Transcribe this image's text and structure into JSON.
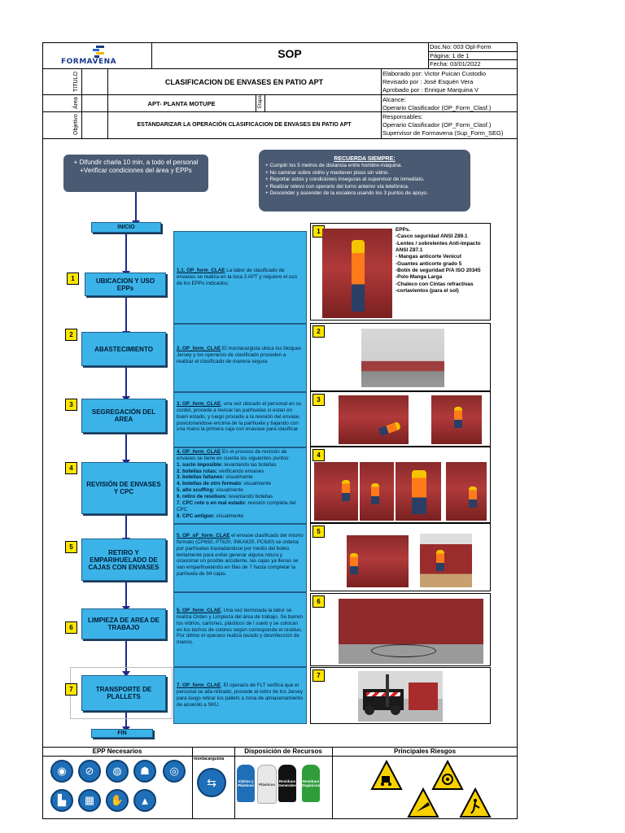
{
  "header": {
    "logo_text": "FORMAVENA",
    "sop_title": "SOP",
    "doc_no": "Doc.No: 003 Opl-Form",
    "page": "Página: 1 de 1",
    "date": "Fecha: 03/01/2022",
    "title_label": "TITULO",
    "title": "CLASIFICACION DE ENVASES EN PATIO APT",
    "elaborated": "Elaborado por: Victor Puican Custodio",
    "reviewed": "Revisado por  : José Esquén Vera",
    "approved": "Aprobado por : Enrique Marquina V",
    "area_label": "Área",
    "area": "APT- PLANTA MOTUPE",
    "etapa_label": "Etapa",
    "alcance_label": "Alcance:",
    "alcance": "Operario Clasificador (OP_Form_Clasf.)",
    "objetivo_label": "Objetivo",
    "objetivo": "ESTANDARIZAR LA OPERACIÓN CLASIFICACION DE ENVASES EN PATIO APT",
    "responsables_label": "Responsables:",
    "responsables_1": "Operario Clasificador (OP_Form_Clasf.)",
    "responsables_2": "Supervisor de Formavena (Sup_Form_SEG)"
  },
  "intro_box": {
    "line1": "+ Difundir charla 10 min. a todo el personal",
    "line2": "+Verificar condiciones del área y EPPs"
  },
  "remember": {
    "title": "RECUERDA SIEMPRE:",
    "items": [
      "+ Cumplir los 5 metros de distancia entre hombre-máquina.",
      "+ No caminar sobre vidrio y mantener pisos sin vidrio.",
      "+ Reportar actos y condiciones inseguras al supervisor de inmediato.",
      "+ Realizar relevo con operario del turno anterior vía telefónica.",
      "+ Descender y ascender de la escalera usando los 3 puntos de apoyo."
    ]
  },
  "flow": {
    "start": "INICIO",
    "end": "FIN"
  },
  "steps": [
    {
      "num": "1",
      "label": "UBICACION  Y USO EPPs",
      "code": "1.1. OP_form_CLAE",
      "text": " La labor de clasificado de envases se realiza en la losa 3 APT y requiere el uso de los EPPs indicados."
    },
    {
      "num": "2",
      "label": "ABASTECIMIENTO",
      "code": "2. OP_form_CLAE",
      "text": " El montacargista ubica los bloques Jersey y los operarios de clasificado proceden a realizar el clasificado de manera segura"
    },
    {
      "num": "3",
      "label": "SEGREGACIÓN DEL AREA",
      "code": "3. OP_form_CLAE",
      "text": ", una vez ubicado el personal en su cordel, procede a revisar las parihuelas si estan en buen estado, y luego procede a la revisión del envase, posicionandose encima de la parihuela y bajando con una mano la primera caja con enavase para clasificar."
    },
    {
      "num": "4",
      "label": "REVISIÓN DE ENVASES Y CPC",
      "code": "4. OP_form_CLAE",
      "text": " En el proceso de revisión de envases se tiene en cuenta los siguientes puntos:",
      "points": [
        [
          "1. suclo imposible:",
          " levantando las botellas"
        ],
        [
          "2. botellas rotas:",
          " verificando envases"
        ],
        [
          "3. botellas faltanes:",
          " visualmente"
        ],
        [
          "4. botellas de otro formato",
          ": visualmente"
        ],
        [
          "5. alto scuffing:",
          " visualmente"
        ],
        [
          "6. retiro de residuos:",
          " levantando botellas"
        ],
        [
          "7. CPC roto o en mal estado:",
          " revisión completa del CPC"
        ],
        [
          "8. CPC antiguo:",
          " visualmente"
        ]
      ]
    },
    {
      "num": "5",
      "label": "RETIRO Y EMPARIHUELADO DE CAJAS CON ENVASES",
      "code": "5. OP_oF_form_CLAE",
      "text": " el envase clasificado del mismo formato (CP650, PT620, INKA620, PC630) se ordena por parihuelas trasladandose por medio del boleo lentamente para evitar generar alguna rotura y ocasionar un posible accidente, las cajas ya llenas se van emparihuelando en filas de 7 hasta completar la parihuela de 84 cajas."
    },
    {
      "num": "6",
      "label": "LIMPIEZA DE AREA DE TRABAJO",
      "code": "5. OP_form_CLAE",
      "text": ", Una vez terminada la labor se realiza Orden y Limpieza del área de trabajo. Se barren los vidrios, cartones, plásticos de l suelo y se colocan en los tachos de colores según corresponda el residuo. Por último el operario realiza lavado y desinfección de manos."
    },
    {
      "num": "7",
      "label": "TRANSPORTE DE PLALLETS",
      "code": "7. OP_form_CLAE",
      "text": ". El operario de FLT verifica que el personal se alla retirado, procede al retiro de los Jersey para luego retirar los pallets a zona de almacenamiento de acuerdo a SKU."
    }
  ],
  "epp_panel": {
    "label": "EPPs.",
    "items": [
      "-Casco seguridad ANSI Z89.1",
      "-Lentes / sobrelentes Anti-impacto ANSI Z87.1",
      "- Mangas anticorte Venicut",
      "-Guantes anticorte grado 5",
      "-Botín de seguridad P/A ISO 20345",
      "-Polo Manga Larga",
      "-Chaleco con Cintas refractivas",
      "-cortavientos (para el sol)"
    ]
  },
  "footer": {
    "epp_title": "EPP Necesarios",
    "resources_title": "Disposición de Recursos",
    "risks_title": "Principales Riesgos",
    "forklift_label": "montacarguista",
    "bins": [
      "Vidrios y Plásticos",
      "Plásticos",
      "Residuos Generales",
      "Residuos Orgánicos"
    ],
    "bin_colors": [
      "#1e6fb8",
      "#e8e8e8",
      "#111111",
      "#2e9d3a"
    ]
  }
}
